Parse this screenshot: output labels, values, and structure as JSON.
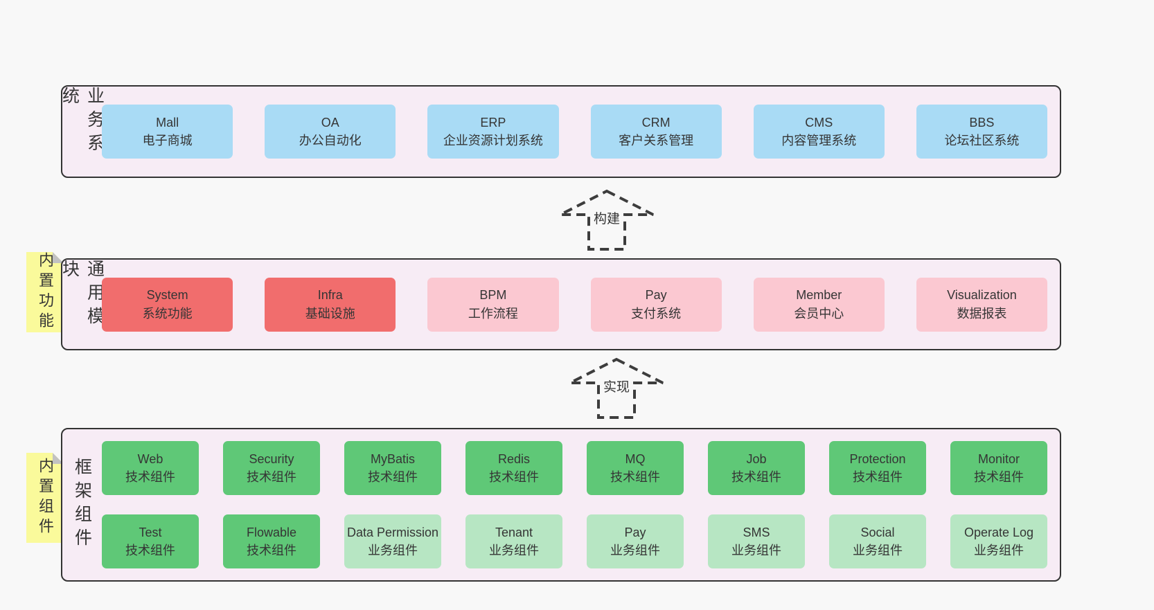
{
  "colors": {
    "page-bg": "#f8f8f8",
    "band-bg": "#f7ecf5",
    "band-border": "#333333",
    "box-text": "#353535",
    "blue": "#a9dbf5",
    "red": "#f16d6d",
    "pink": "#fbc8d1",
    "green": "#5fc877",
    "green-light": "#b7e6c3",
    "sticky": "#fafa9b",
    "sticky-fold": "#c2c2c2",
    "arrow": "#3d3d3d"
  },
  "stickies": [
    {
      "label": "内置功能"
    },
    {
      "label": "内置组件"
    }
  ],
  "arrows": [
    {
      "label": "构建"
    },
    {
      "label": "实现"
    }
  ],
  "bands": [
    {
      "name": "business-systems",
      "label": "业务系统",
      "rows": [
        [
          {
            "title": "Mall",
            "subtitle": "电子商城",
            "variant": "blue"
          },
          {
            "title": "OA",
            "subtitle": "办公自动化",
            "variant": "blue"
          },
          {
            "title": "ERP",
            "subtitle": "企业资源计划系统",
            "variant": "blue"
          },
          {
            "title": "CRM",
            "subtitle": "客户关系管理",
            "variant": "blue"
          },
          {
            "title": "CMS",
            "subtitle": "内容管理系统",
            "variant": "blue"
          },
          {
            "title": "BBS",
            "subtitle": "论坛社区系统",
            "variant": "blue"
          }
        ]
      ]
    },
    {
      "name": "common-modules",
      "label": "通用模块",
      "rows": [
        [
          {
            "title": "System",
            "subtitle": "系统功能",
            "variant": "red"
          },
          {
            "title": "Infra",
            "subtitle": "基础设施",
            "variant": "red"
          },
          {
            "title": "BPM",
            "subtitle": "工作流程",
            "variant": "pink"
          },
          {
            "title": "Pay",
            "subtitle": "支付系统",
            "variant": "pink"
          },
          {
            "title": "Member",
            "subtitle": "会员中心",
            "variant": "pink"
          },
          {
            "title": "Visualization",
            "subtitle": "数据报表",
            "variant": "pink"
          }
        ]
      ]
    },
    {
      "name": "framework-components",
      "label": "框架组件",
      "rows": [
        [
          {
            "title": "Web",
            "subtitle": "技术组件",
            "variant": "green"
          },
          {
            "title": "Security",
            "subtitle": "技术组件",
            "variant": "green"
          },
          {
            "title": "MyBatis",
            "subtitle": "技术组件",
            "variant": "green"
          },
          {
            "title": "Redis",
            "subtitle": "技术组件",
            "variant": "green"
          },
          {
            "title": "MQ",
            "subtitle": "技术组件",
            "variant": "green"
          },
          {
            "title": "Job",
            "subtitle": "技术组件",
            "variant": "green"
          },
          {
            "title": "Protection",
            "subtitle": "技术组件",
            "variant": "green"
          },
          {
            "title": "Monitor",
            "subtitle": "技术组件",
            "variant": "green"
          }
        ],
        [
          {
            "title": "Test",
            "subtitle": "技术组件",
            "variant": "green"
          },
          {
            "title": "Flowable",
            "subtitle": "技术组件",
            "variant": "green"
          },
          {
            "title": "Data Permission",
            "subtitle": "业务组件",
            "variant": "green-light"
          },
          {
            "title": "Tenant",
            "subtitle": "业务组件",
            "variant": "green-light"
          },
          {
            "title": "Pay",
            "subtitle": "业务组件",
            "variant": "green-light"
          },
          {
            "title": "SMS",
            "subtitle": "业务组件",
            "variant": "green-light"
          },
          {
            "title": "Social",
            "subtitle": "业务组件",
            "variant": "green-light"
          },
          {
            "title": "Operate Log",
            "subtitle": "业务组件",
            "variant": "green-light"
          }
        ]
      ]
    }
  ]
}
